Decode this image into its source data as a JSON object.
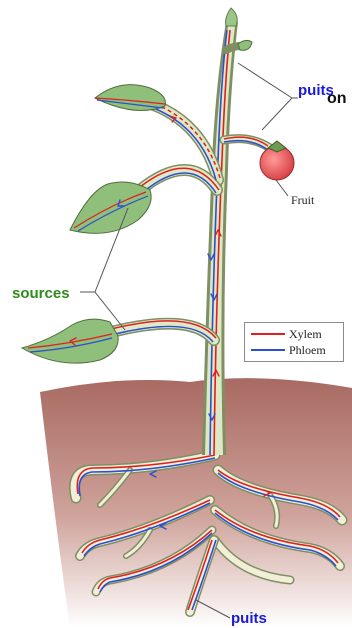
{
  "labels": {
    "fragment": "on",
    "puits_top": "puits",
    "sources": "sources",
    "puits_bottom": "puits",
    "fruit": "Fruit"
  },
  "legend": {
    "items": [
      {
        "label": "Xylem",
        "color": "#e02020"
      },
      {
        "label": "Phloem",
        "color": "#2a4fd0"
      }
    ]
  },
  "colors": {
    "xylem": "#e02020",
    "phloem": "#2a4fd0",
    "stem_fill": "#dfe8c4",
    "leaf": "#8fbf7a",
    "soil": "#b87a6e",
    "fruit": "#e8585a",
    "sources_text": "#2e8b1c",
    "puits_text": "#1a1adc"
  }
}
